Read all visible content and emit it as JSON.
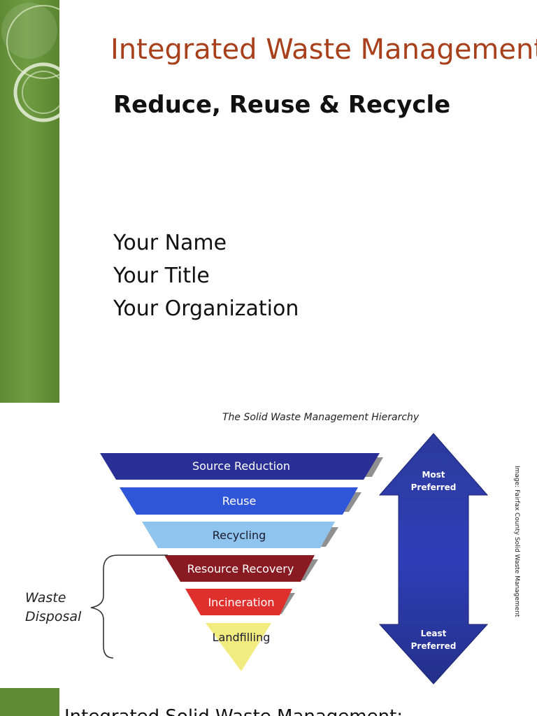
{
  "slide1": {
    "title": "Integrated Waste Management",
    "subtitle": "Reduce, Reuse & Recycle",
    "presenter": {
      "name": "Your Name",
      "title": "Your Title",
      "organization": "Your Organization"
    },
    "colors": {
      "title": "#a8401c",
      "sidebar": "#6f9c42"
    }
  },
  "figure": {
    "title": "The Solid Waste Management Hierarchy",
    "levels": [
      {
        "label": "Source Reduction",
        "color": "#2a2f96"
      },
      {
        "label": "Reuse",
        "color": "#2f55d8"
      },
      {
        "label": "Recycling",
        "color": "#8fc4ee"
      },
      {
        "label": "Resource Recovery",
        "color": "#8a1a22"
      },
      {
        "label": "Incineration",
        "color": "#e0302e"
      },
      {
        "label": "Landfilling",
        "color": "#f2ec80"
      }
    ],
    "bracket_label_line1": "Waste",
    "bracket_label_line2": "Disposal",
    "arrow_top_line1": "Most",
    "arrow_top_line2": "Preferred",
    "arrow_bottom_line1": "Least",
    "arrow_bottom_line2": "Preferred",
    "credit": "Image: Fairfax County Solid Waste Management"
  },
  "slide3": {
    "title": "Integrated Solid Waste Management:"
  }
}
